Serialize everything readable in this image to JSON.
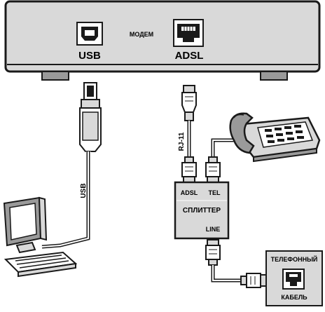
{
  "modem": {
    "title": "МОДЕМ",
    "usb_port_label": "USB",
    "adsl_port_label": "ADSL"
  },
  "cables": {
    "usb_label": "USB",
    "rj11_label": "RJ-11"
  },
  "splitter": {
    "title": "СПЛИТТЕР",
    "adsl_label": "ADSL",
    "tel_label": "TEL",
    "line_label": "LINE"
  },
  "wall_socket": {
    "line1": "ТЕЛЕФОННЫЙ",
    "line2": "КАБЕЛЬ"
  },
  "colors": {
    "device_gray": "#d9d9d9",
    "outline": "#1a1a1a",
    "background": "#ffffff"
  }
}
